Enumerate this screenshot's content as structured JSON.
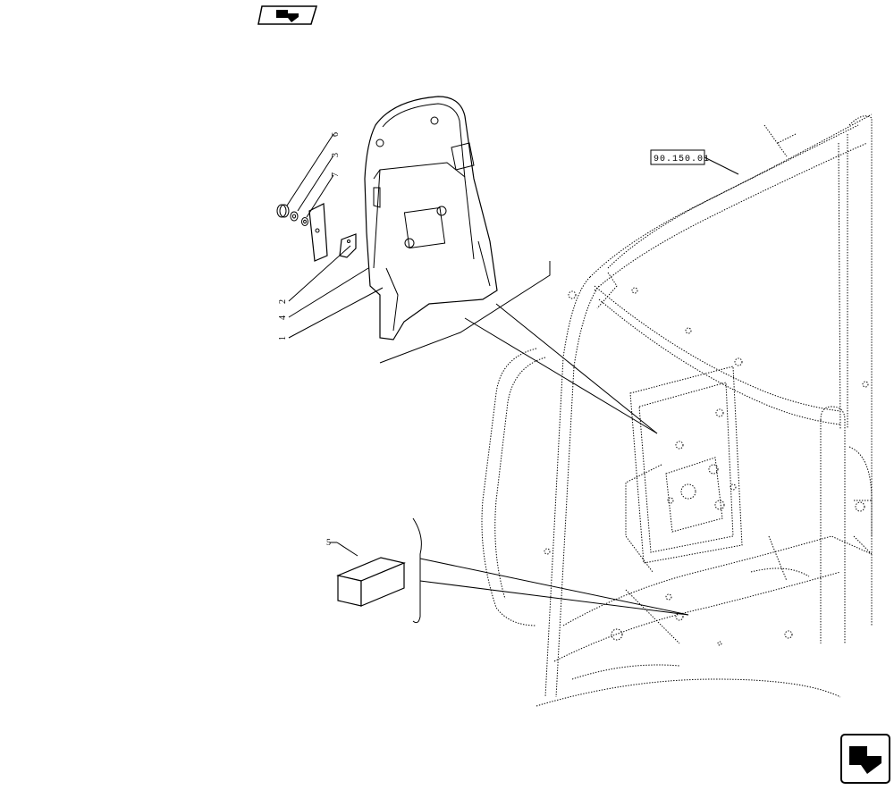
{
  "reference_tag": "90.150.01",
  "callouts": [
    {
      "id": "6",
      "text": "6"
    },
    {
      "id": "3",
      "text": "3"
    },
    {
      "id": "7",
      "text": "7"
    },
    {
      "id": "2",
      "text": "2"
    },
    {
      "id": "4",
      "text": "4"
    },
    {
      "id": "1",
      "text": "1"
    },
    {
      "id": "5",
      "text": "5"
    }
  ],
  "icons": {
    "top_nav": "previous-page-arrow-icon",
    "bottom_nav": "next-page-arrow-icon"
  }
}
